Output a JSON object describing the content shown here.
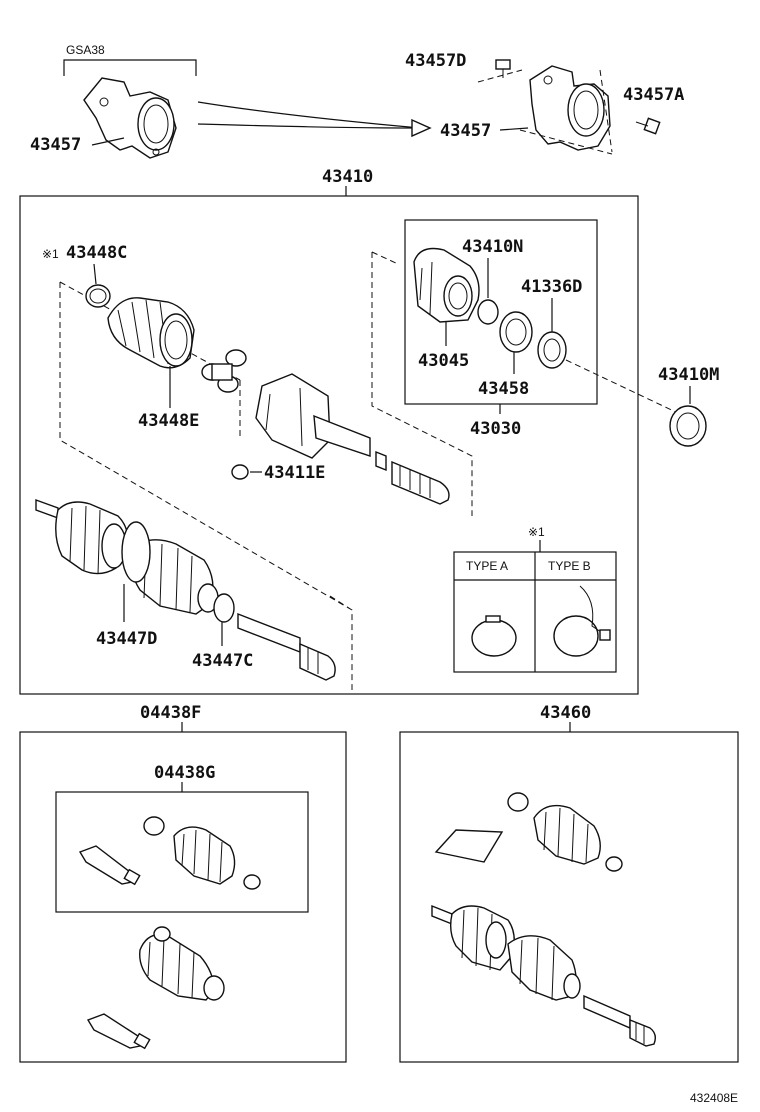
{
  "labels": {
    "gsa38": "GSA38",
    "p43457_left": "43457",
    "p43457d": "43457D",
    "p43457a": "43457A",
    "p43457_right": "43457",
    "p43410": "43410",
    "p43448c": "43448C",
    "ref1a": "※1",
    "p43448e": "43448E",
    "p43411e": "43411E",
    "p43410n": "43410N",
    "p41336d": "41336D",
    "p43045": "43045",
    "p43458": "43458",
    "p43030": "43030",
    "p43410m": "43410M",
    "p43447d": "43447D",
    "p43447c": "43447C",
    "ref1b": "※1",
    "type_a": "TYPE A",
    "type_b": "TYPE B",
    "p04438f": "04438F",
    "p04438g": "04438G",
    "p43460": "43460",
    "figure_no": "432408E"
  }
}
